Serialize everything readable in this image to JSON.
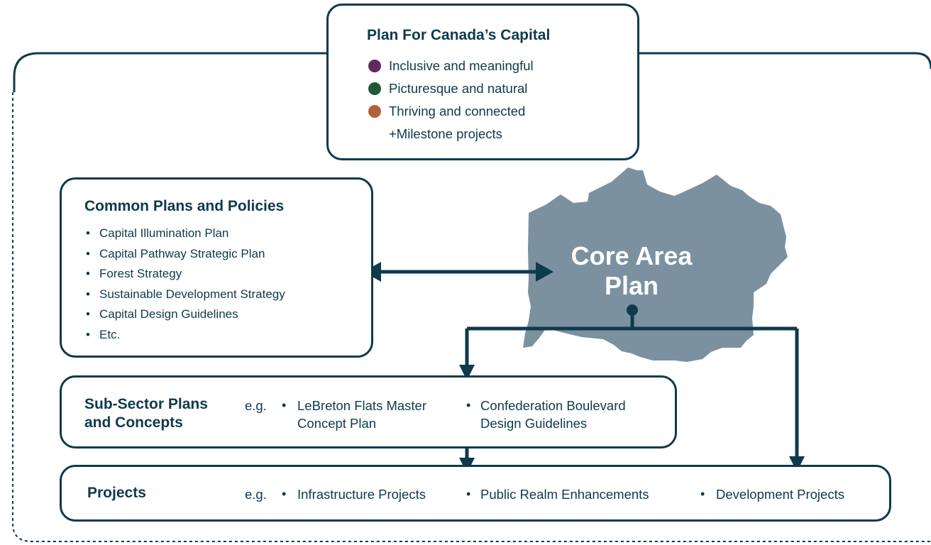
{
  "capital_plan": {
    "title": "Plan For Canada’s Capital",
    "items": [
      {
        "label": "Inclusive and meaningful",
        "color": "#5f2b5e"
      },
      {
        "label": "Picturesque and natural",
        "color": "#1f5a36"
      },
      {
        "label": "Thriving and connected",
        "color": "#b0613a"
      }
    ],
    "extra": "+Milestone projects"
  },
  "common_plans": {
    "title": "Common Plans and Policies",
    "items": [
      "Capital Illumination Plan",
      "Capital Pathway Strategic Plan",
      "Forest Strategy",
      "Sustainable Development Strategy",
      "Capital Design Guidelines",
      "Etc."
    ]
  },
  "core_area": {
    "line1": "Core Area",
    "line2": "Plan",
    "shape_color": "#7b91a0"
  },
  "sub_sector": {
    "title_line1": "Sub-Sector Plans",
    "title_line2": "and Concepts",
    "eg": "e.g.",
    "items": [
      {
        "line1": "LeBreton Flats Master",
        "line2": "Concept Plan"
      },
      {
        "line1": "Confederation Boulevard",
        "line2": "Design Guidelines"
      }
    ]
  },
  "projects": {
    "title": "Projects",
    "eg": "e.g.",
    "items": [
      "Infrastructure Projects",
      "Public  Realm Enhancements",
      "Development Projects"
    ]
  },
  "bullet_char": "•",
  "colors": {
    "ink": "#0e3a4c",
    "shape": "#7b91a0"
  }
}
